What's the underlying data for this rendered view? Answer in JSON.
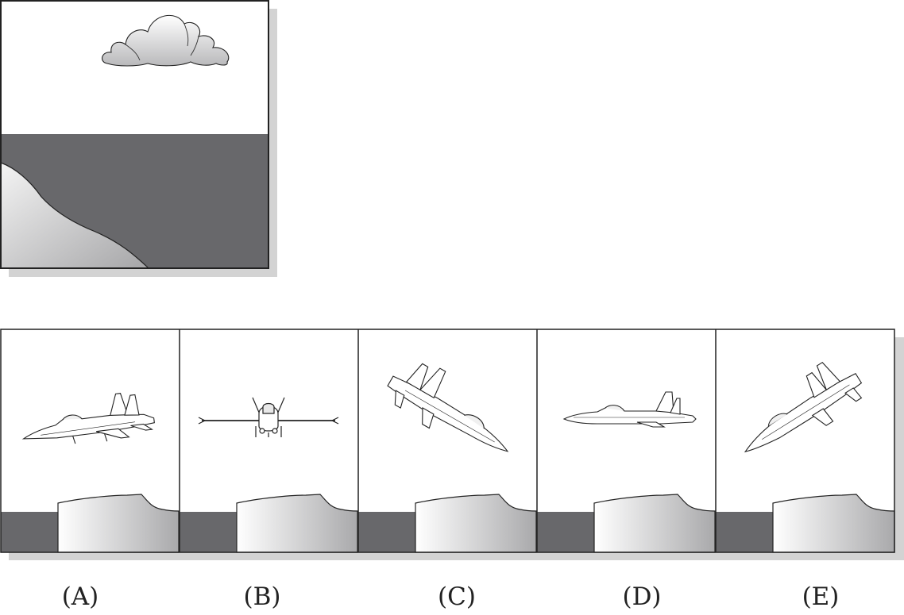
{
  "view_panel": {
    "description_icon": "cockpit-view-with-cloud-horizon-and-land"
  },
  "options": [
    {
      "label": "(A)",
      "icon": "jet-side-view-nose-left-pitched-up"
    },
    {
      "label": "(B)",
      "icon": "jet-front-view-level"
    },
    {
      "label": "(C)",
      "icon": "jet-diving-nose-right"
    },
    {
      "label": "(D)",
      "icon": "jet-side-view-nose-left-level"
    },
    {
      "label": "(E)",
      "icon": "jet-climbing-nose-left-down"
    }
  ],
  "colors": {
    "ground": "#68686b",
    "frame": "#222222",
    "shadow": "#d3d3d3"
  }
}
